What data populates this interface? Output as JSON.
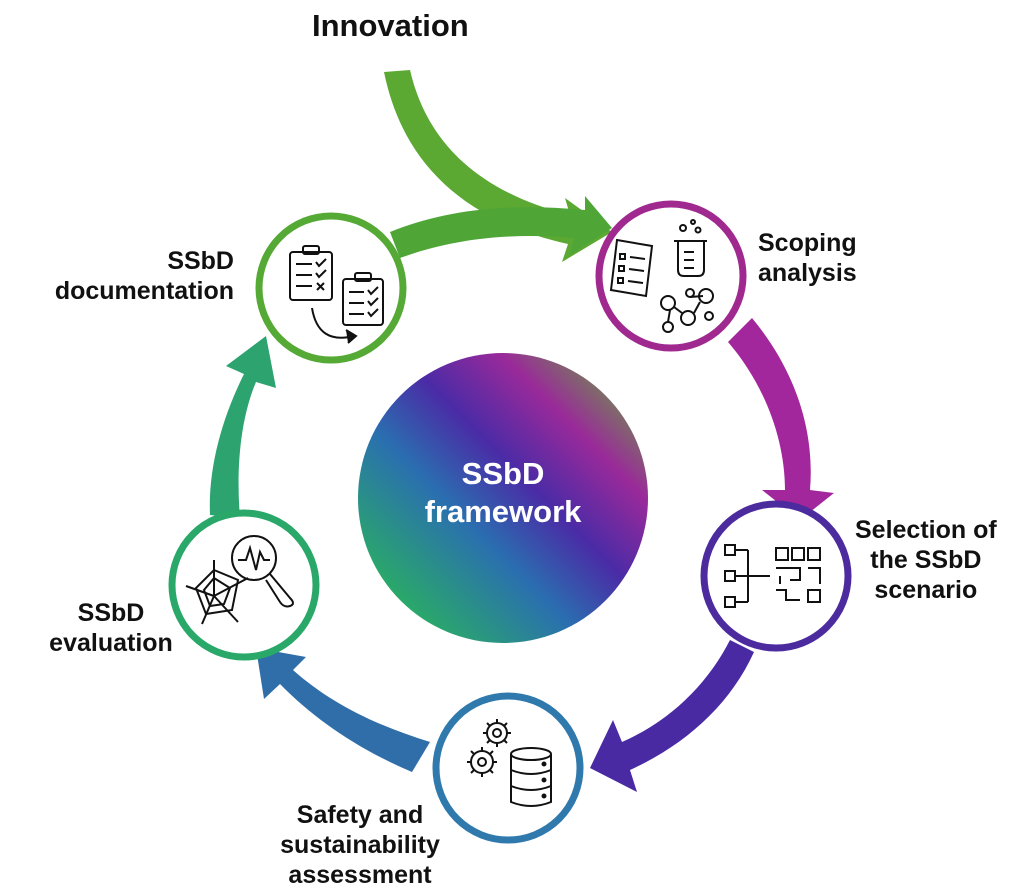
{
  "title": "Innovation",
  "center": {
    "line1": "SSbD",
    "line2": "framework"
  },
  "stages": {
    "scoping": {
      "line1": "Scoping",
      "line2": "analysis",
      "color": "#a0298f"
    },
    "selection": {
      "line1": "Selection of",
      "line2": "the SSbD",
      "line3": "scenario",
      "color": "#4b2b9e"
    },
    "assessment": {
      "line1": "Safety and",
      "line2": "sustainability",
      "line3": "assessment",
      "color": "#2f79ad"
    },
    "evaluation": {
      "line1": "SSbD",
      "line2": "evaluation",
      "color": "#2aa86a"
    },
    "documentation": {
      "line1": "SSbD",
      "line2": "documentation",
      "color": "#55a935"
    }
  },
  "icons": {
    "scoping": [
      "checklist-document-icon",
      "beaker-icon",
      "network-people-icon"
    ],
    "selection": [
      "decision-tree-maze-icon"
    ],
    "assessment": [
      "gears-icon",
      "database-icon"
    ],
    "evaluation": [
      "radar-chart-icon",
      "magnifier-waveform-icon"
    ],
    "documentation": [
      "clipboard-checklist-icon",
      "clipboard-checklist-icon",
      "curved-arrow-icon"
    ]
  }
}
